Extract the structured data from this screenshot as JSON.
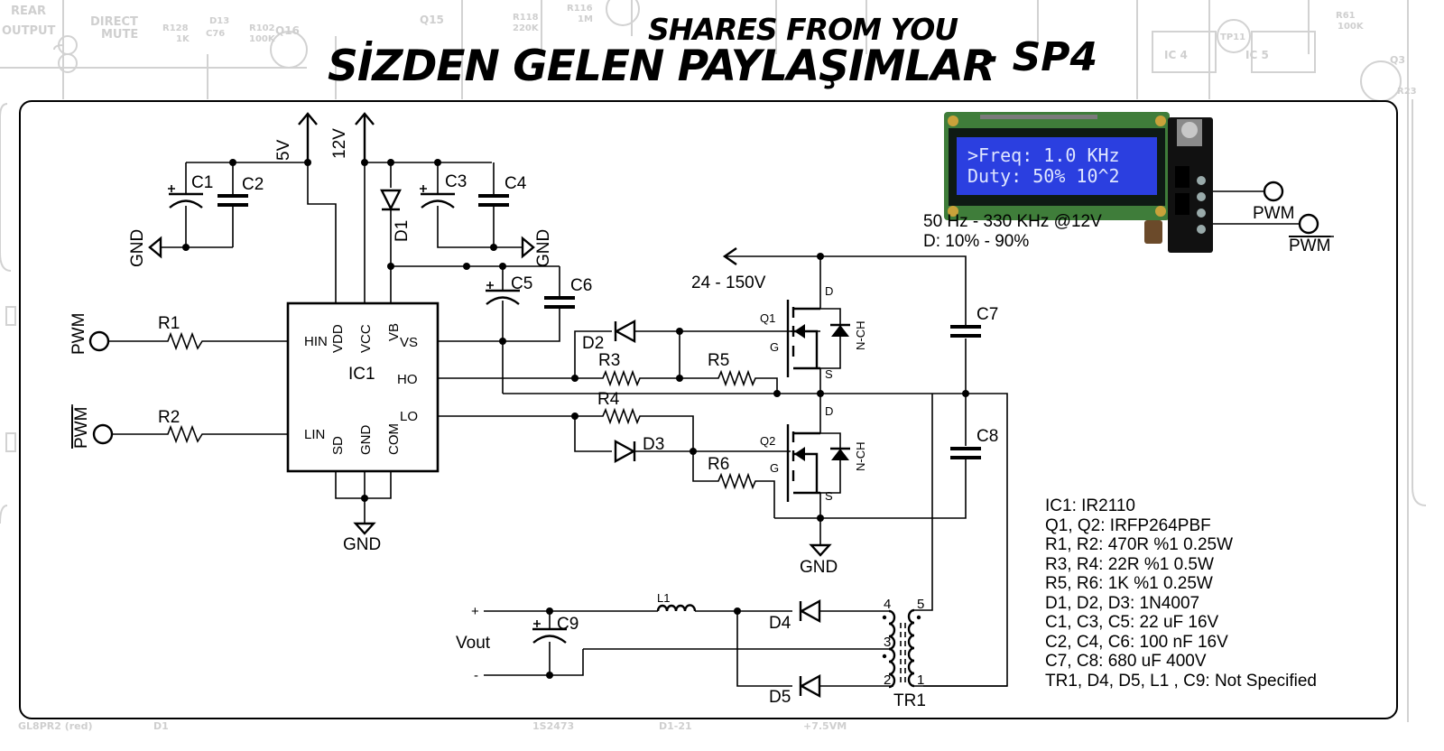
{
  "header": {
    "title_main": "SİZDEN GELEN PAYLAŞIMLAR",
    "title_sub": "SHARES FROM YOU",
    "title_tag": "- SP4"
  },
  "background": {
    "ghost_labels": [
      "REAR",
      "OUTPUT",
      "DIRECT",
      "MUTE",
      "R128",
      "1K",
      "D13",
      "C76",
      "R102",
      "100K",
      "Q16",
      "Q15",
      "R118",
      "220K",
      "R116",
      "1M",
      "R61",
      "100K",
      "IC 5",
      "IC 4",
      "TP11",
      "Q3",
      "R23",
      "D1",
      "1S2473",
      "D1-21",
      "GL8PR2 (red)",
      "+7.5VM"
    ]
  },
  "schematic": {
    "rails": {
      "v5": "5V",
      "v12": "12V",
      "hv": "24 - 150V"
    },
    "gnd": "GND",
    "inputs": {
      "pwm": "PWM",
      "pwm_n": "PWM"
    },
    "ic": {
      "ref": "IC1",
      "pins": {
        "hin": "HIN",
        "lin": "LIN",
        "vdd": "VDD",
        "vcc": "VCC",
        "vb": "VB",
        "vs": "VS",
        "ho": "HO",
        "lo": "LO",
        "sd": "SD",
        "gnd": "GND",
        "com": "COM"
      }
    },
    "refs": {
      "r1": "R1",
      "r2": "R2",
      "r3": "R3",
      "r4": "R4",
      "r5": "R5",
      "r6": "R6",
      "c1": "C1",
      "c2": "C2",
      "c3": "C3",
      "c4": "C4",
      "c5": "C5",
      "c6": "C6",
      "c7": "C7",
      "c8": "C8",
      "c9": "C9",
      "d1": "D1",
      "d2": "D2",
      "d3": "D3",
      "d4": "D4",
      "d5": "D5",
      "q1": "Q1",
      "q2": "Q2",
      "l1": "L1",
      "tr1": "TR1"
    },
    "mosfet": {
      "drain": "D",
      "gate": "G",
      "source": "S",
      "type": "N-CH"
    },
    "transformer_pins": [
      "1",
      "2",
      "3",
      "4",
      "5"
    ],
    "output": {
      "label": "Vout",
      "plus": "+",
      "minus": "-"
    }
  },
  "module": {
    "lcd_line1": ">Freq: 1.0 KHz",
    "lcd_line2": " Duty: 50%  10^2",
    "out_pwm": "PWM",
    "out_pwm_n": "PWM",
    "spec_freq": "50 Hz - 330 KHz @12V",
    "spec_duty": "D: 10% - 90%"
  },
  "bom": [
    "IC1: IR2110",
    "Q1, Q2: IRFP264PBF",
    "R1, R2: 470R %1 0.25W",
    "R3, R4: 22R %1 0.5W",
    "R5, R6: 1K %1 0.25W",
    "D1, D2, D3: 1N4007",
    "C1, C3, C5: 22 uF 16V",
    "C2, C4, C6: 100 nF 16V",
    "C7, C8: 680 uF 400V",
    "TR1, D4, D5, L1 , C9: Not Specified"
  ],
  "colors": {
    "lcd_blue": "#2b3fe0",
    "pcb_green": "#3f7d3a",
    "ink": "#000000",
    "ghost": "#cfcfcf"
  }
}
